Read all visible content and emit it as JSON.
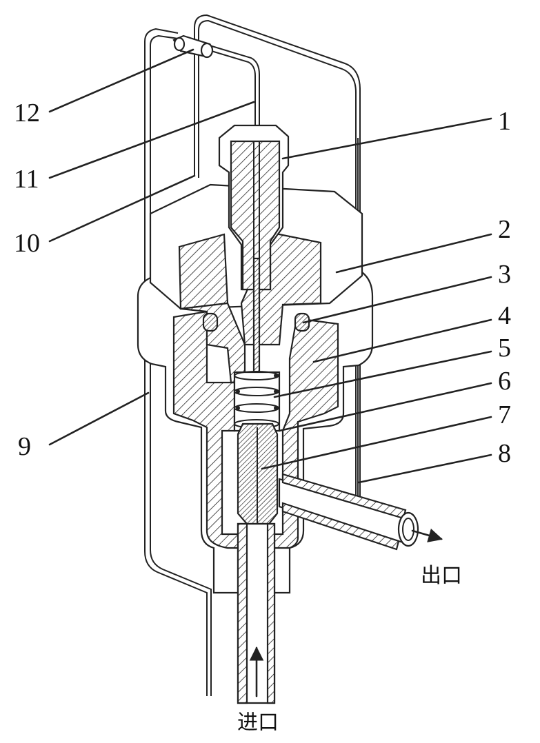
{
  "callouts": [
    {
      "id": "1",
      "text": "1"
    },
    {
      "id": "2",
      "text": "2"
    },
    {
      "id": "3",
      "text": "3"
    },
    {
      "id": "4",
      "text": "4"
    },
    {
      "id": "5",
      "text": "5"
    },
    {
      "id": "6",
      "text": "6"
    },
    {
      "id": "7",
      "text": "7"
    },
    {
      "id": "8",
      "text": "8"
    },
    {
      "id": "9",
      "text": "9"
    },
    {
      "id": "10",
      "text": "10"
    },
    {
      "id": "11",
      "text": "11"
    },
    {
      "id": "12",
      "text": "12"
    }
  ],
  "captions": {
    "outlet": "出口",
    "inlet": "进口"
  },
  "colors": {
    "line": "#222222",
    "background": "#ffffff"
  }
}
